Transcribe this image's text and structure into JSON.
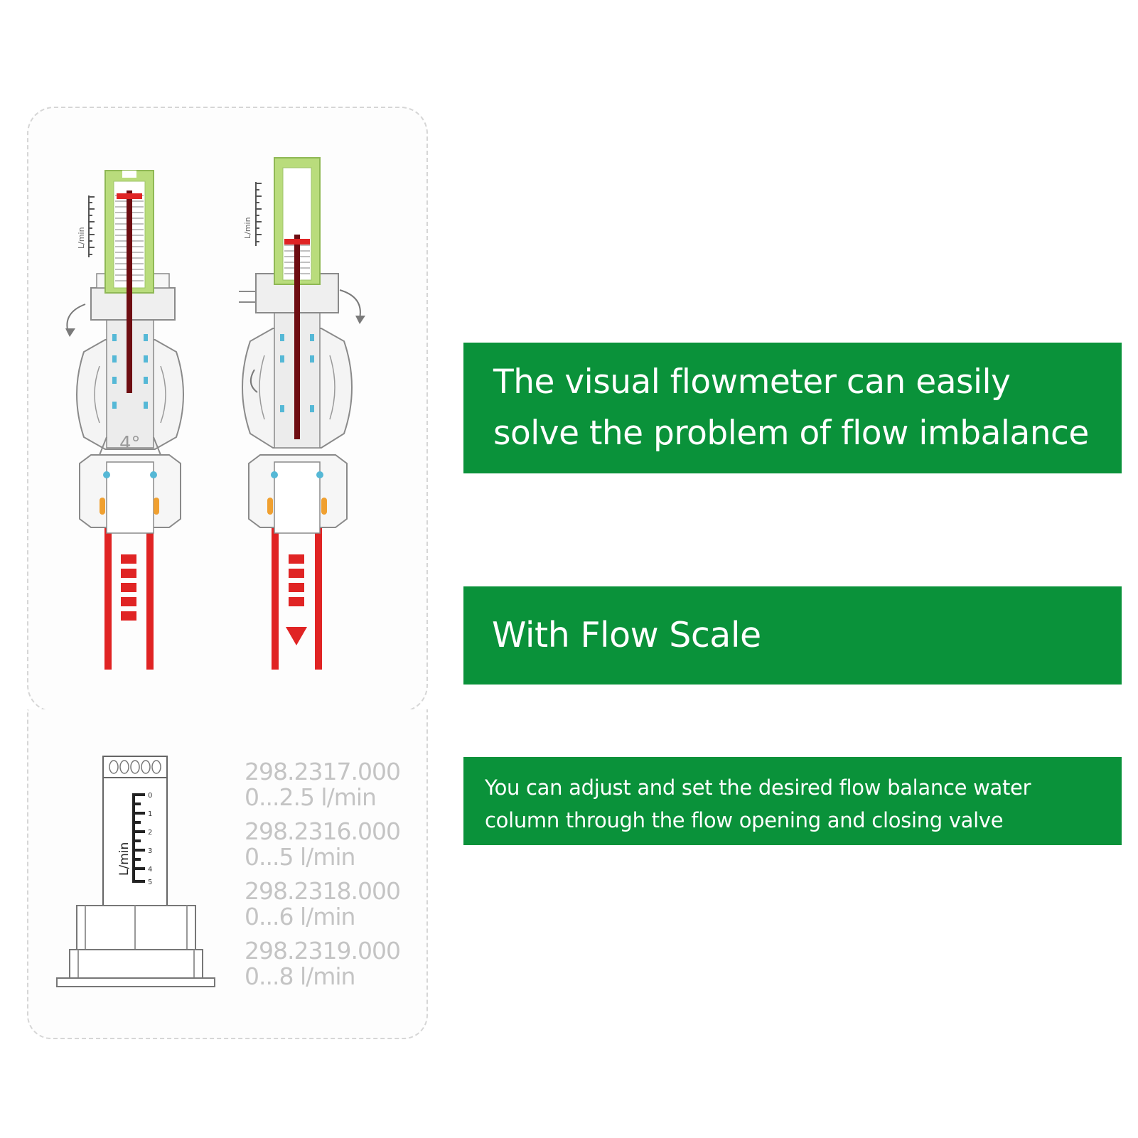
{
  "banners": {
    "headline": "The visual flowmeter can easily solve the problem of flow imbalance",
    "feature": "With Flow Scale",
    "description": "You can adjust and set the desired flow balance water column through the flow opening and closing valve"
  },
  "diagram": {
    "unit_label": "L/min",
    "angle_label": "4°",
    "scale_numbers": [
      "0",
      "1",
      "2",
      "3",
      "4",
      "5"
    ]
  },
  "models": [
    {
      "code": "298.2317.000",
      "range": "0...2.5 l/min"
    },
    {
      "code": "298.2316.000",
      "range": "0...5 l/min"
    },
    {
      "code": "298.2318.000",
      "range": "0...6 l/min"
    },
    {
      "code": "298.2319.000",
      "range": "0...8 l/min"
    }
  ],
  "colors": {
    "banner_green": "#0a923a",
    "flow_red": "#e02424",
    "indicator_dark_red": "#6e0d12",
    "tube_green": "#b9dc7c",
    "seal_blue": "#55b8d6",
    "oring_orange": "#f0a030"
  }
}
